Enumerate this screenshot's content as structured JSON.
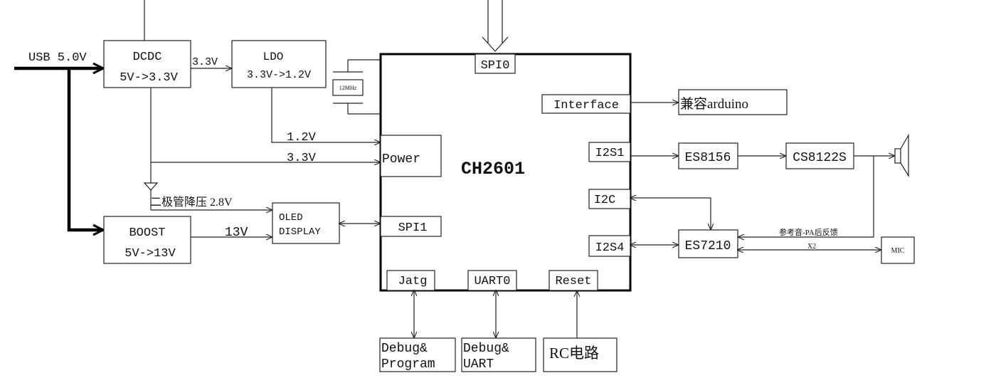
{
  "input": {
    "label": "USB 5.0V"
  },
  "dcdc": {
    "title": "DCDC",
    "spec": "5V->3.3V",
    "out": "3.3V"
  },
  "ldo": {
    "title": "LDO",
    "spec": "3.3V->1.2V"
  },
  "crystal": {
    "label": "12MHz"
  },
  "boost": {
    "title": "BOOST",
    "spec": "5V->13V",
    "out": "13V"
  },
  "diode": {
    "label": "二极管降压 2.8V"
  },
  "oled": {
    "line1": "OLED",
    "line2": "DISPLAY"
  },
  "rails": {
    "v12": "1.2V",
    "v33": "3.3V"
  },
  "chip": {
    "name": "CH2601",
    "power": "Power",
    "spi0": "SPI0",
    "spi1": "SPI1",
    "interface": "Interface",
    "i2s1": "I2S1",
    "i2c": "I2C",
    "i2s4": "I2S4",
    "jtag": "Jatg",
    "uart0": "UART0",
    "reset": "Reset"
  },
  "arduino": {
    "label": "兼容arduino"
  },
  "es8156": {
    "label": "ES8156"
  },
  "cs8122s": {
    "label": "CS8122S"
  },
  "es7210": {
    "label": "ES7210"
  },
  "mic": {
    "label": "MIC",
    "count": "X2"
  },
  "feedback": {
    "label": "参考音-PA后反馈"
  },
  "bottom": {
    "debug_prog_1": "Debug&",
    "debug_prog_2": "Program",
    "debug_uart_1": "Debug&",
    "debug_uart_2": "UART",
    "rc": "RC电路"
  }
}
